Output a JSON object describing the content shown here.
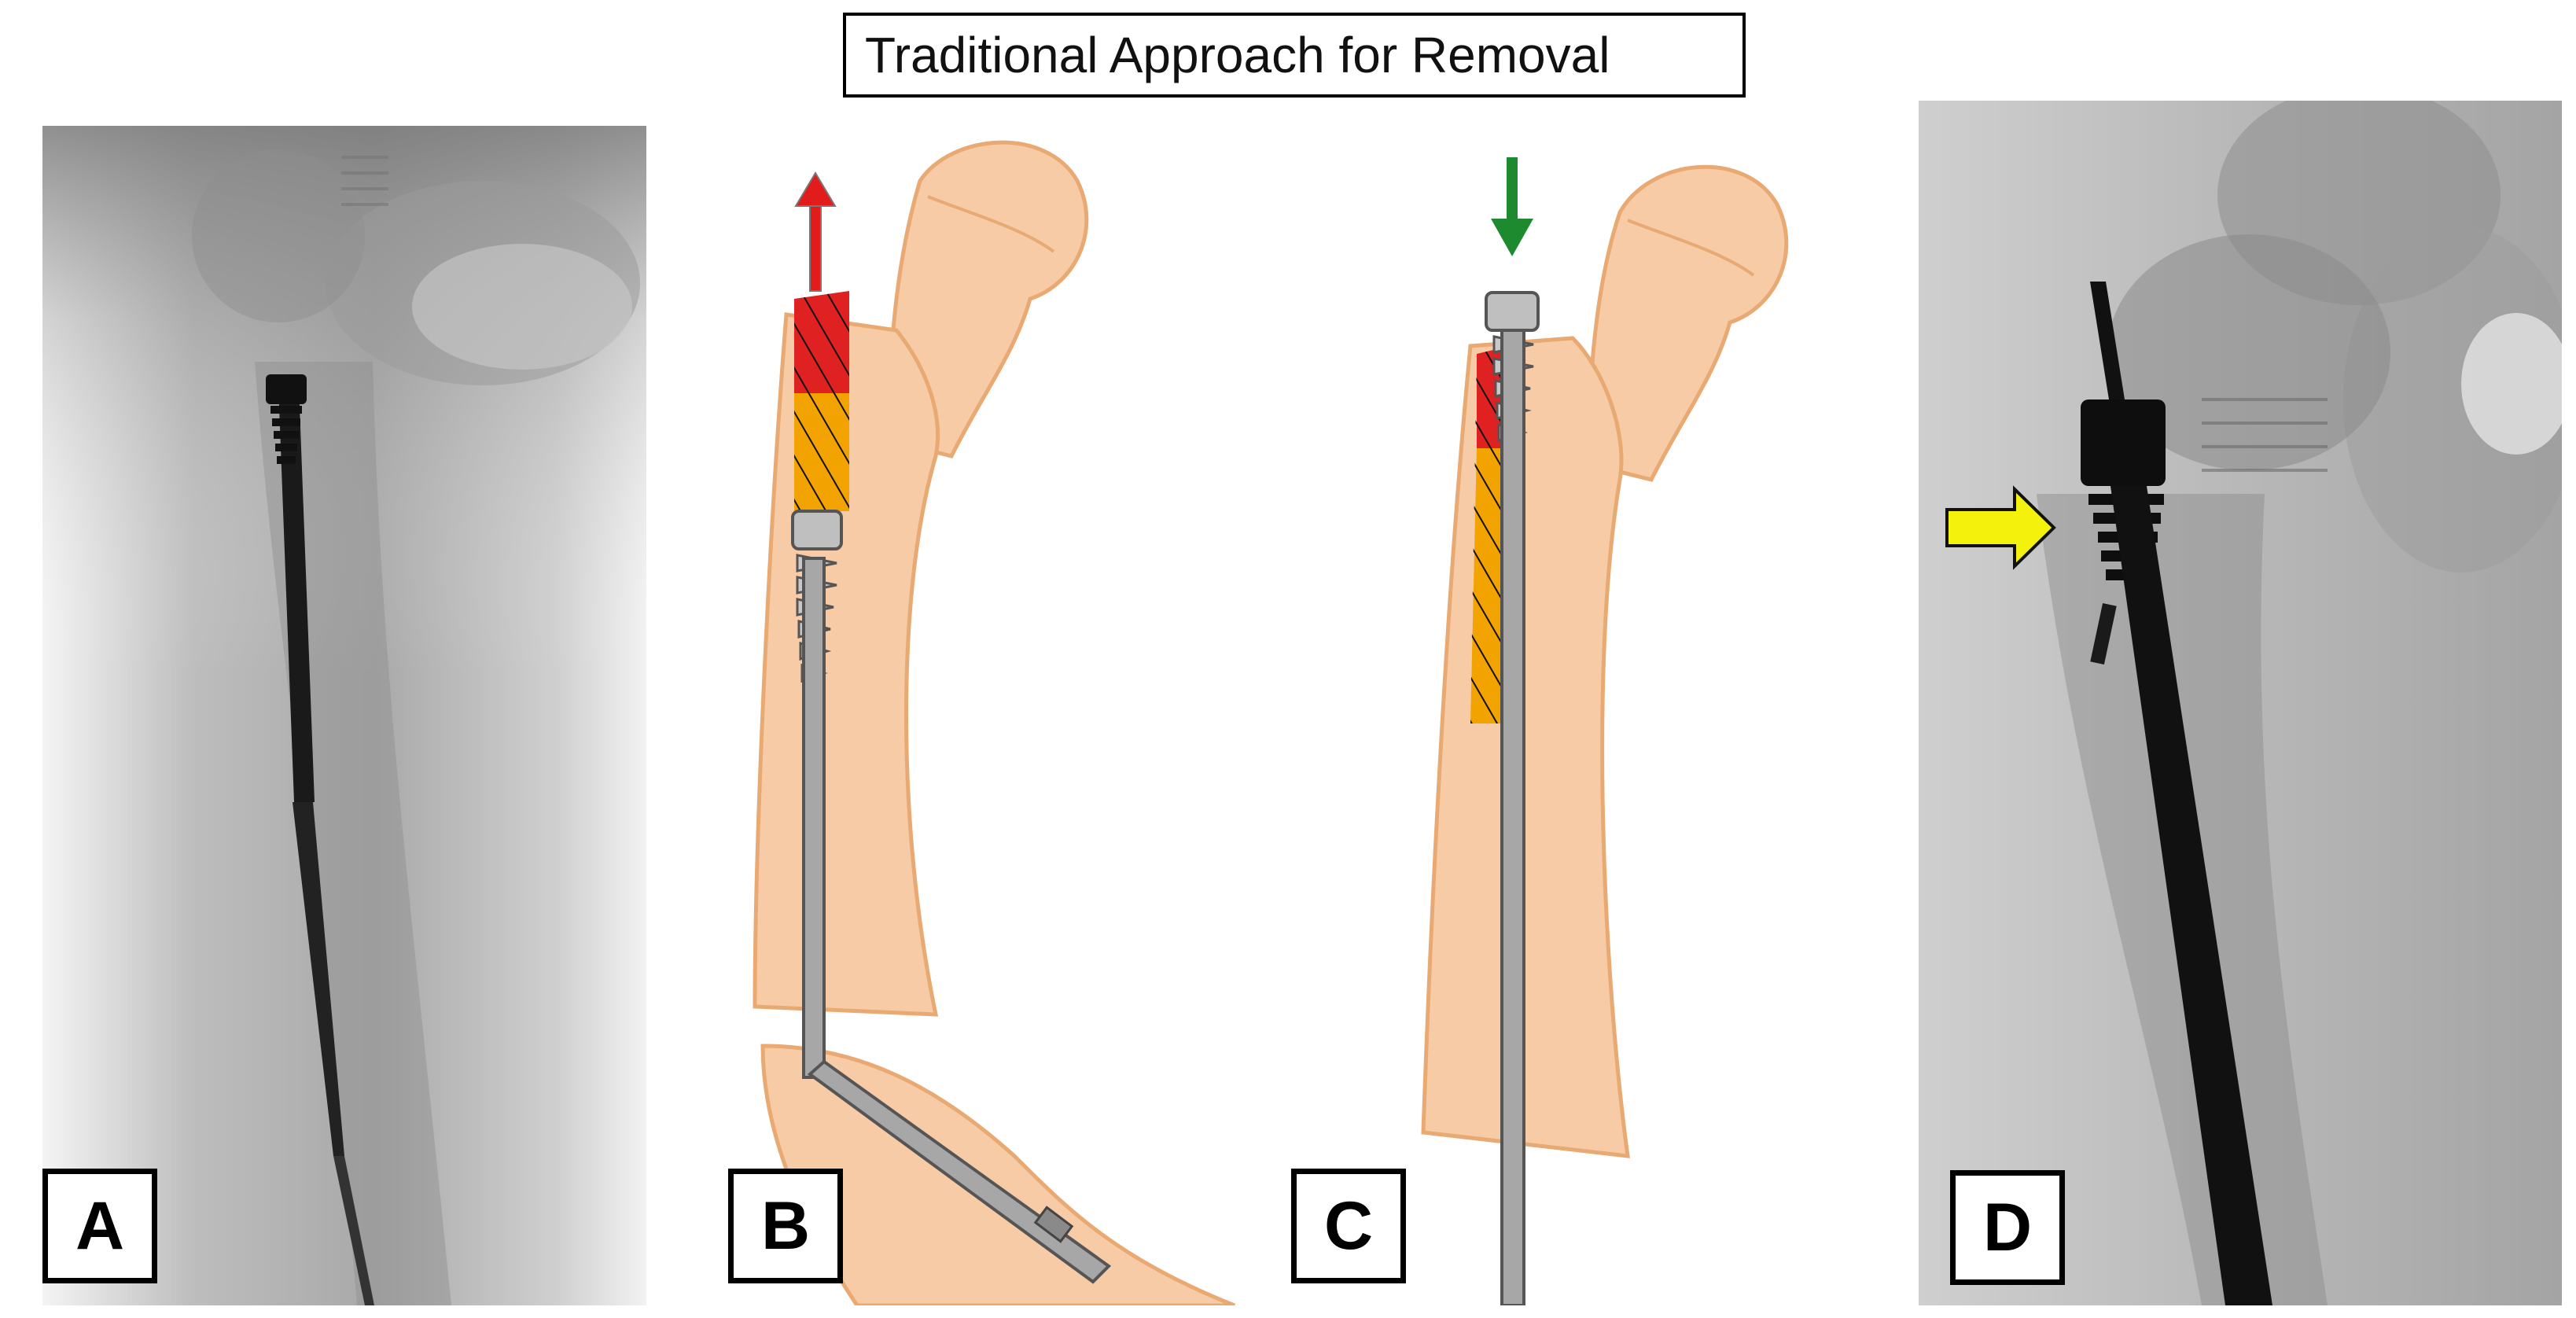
{
  "title": "Traditional Approach for Removal",
  "panels": {
    "a": {
      "label": "A"
    },
    "b": {
      "label": "B"
    },
    "c": {
      "label": "C"
    },
    "d": {
      "label": "D"
    }
  },
  "colors": {
    "bone": "#F7CBA5",
    "bone_outline": "#E8A972",
    "rod": "#A7A7A7",
    "red_zone": "#E02121",
    "orange_zone": "#F3A300",
    "arrow_red": "#E21B1B",
    "arrow_green": "#1E8A2F",
    "arrow_yellow": "#F4F20D"
  },
  "icons": {
    "b_arrow": "up-arrow-icon",
    "c_arrow": "down-arrow-icon",
    "d_arrow": "right-arrow-icon"
  }
}
